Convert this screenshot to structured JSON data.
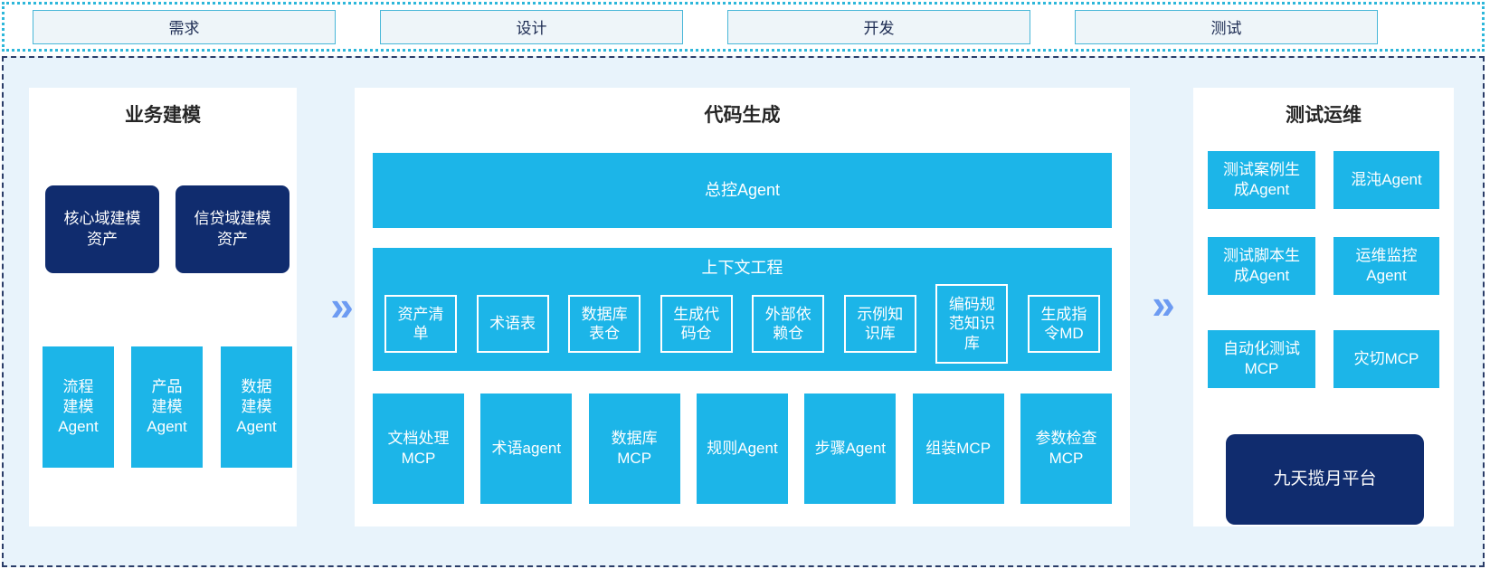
{
  "colors": {
    "cyan": "#1cb5e8",
    "navy": "#102c6e",
    "arrow_blue": "#6d9bf2",
    "container_bg": "#e8f3fb",
    "dotted_border": "#2db7da",
    "dashed_border": "#2a3c68",
    "phase_box_bg": "#eef5f9",
    "phase_box_border": "#49b7d8"
  },
  "arrow_glyph": "»",
  "phase_strip": {
    "phases": [
      "需求",
      "设计",
      "开发",
      "测试"
    ]
  },
  "business_modeling": {
    "title": "业务建模",
    "assets": [
      "核心域建模\n资产",
      "信贷域建模\n资产"
    ],
    "agents": [
      "流程\n建模\nAgent",
      "产品\n建模\nAgent",
      "数据\n建模\nAgent"
    ]
  },
  "code_generation": {
    "title": "代码生成",
    "master_agent": "总控Agent",
    "context_engineering": {
      "title": "上下文工程",
      "items": [
        "资产清\n单",
        "术语表",
        "数据库\n表仓",
        "生成代\n码仓",
        "外部依\n赖仓",
        "示例知\n识库",
        "编码规\n范知识\n库",
        "生成指\n令MD"
      ]
    },
    "tools": [
      "文档处理\nMCP",
      "术语agent",
      "数据库\nMCP",
      "规则Agent",
      "步骤Agent",
      "组装MCP",
      "参数检查\nMCP"
    ]
  },
  "test_ops": {
    "title": "测试运维",
    "boxes": [
      "测试案例生\n成Agent",
      "混沌Agent",
      "测试脚本生\n成Agent",
      "运维监控\nAgent",
      "自动化测试\nMCP",
      "灾切MCP"
    ],
    "platform": "九天揽月平台"
  }
}
